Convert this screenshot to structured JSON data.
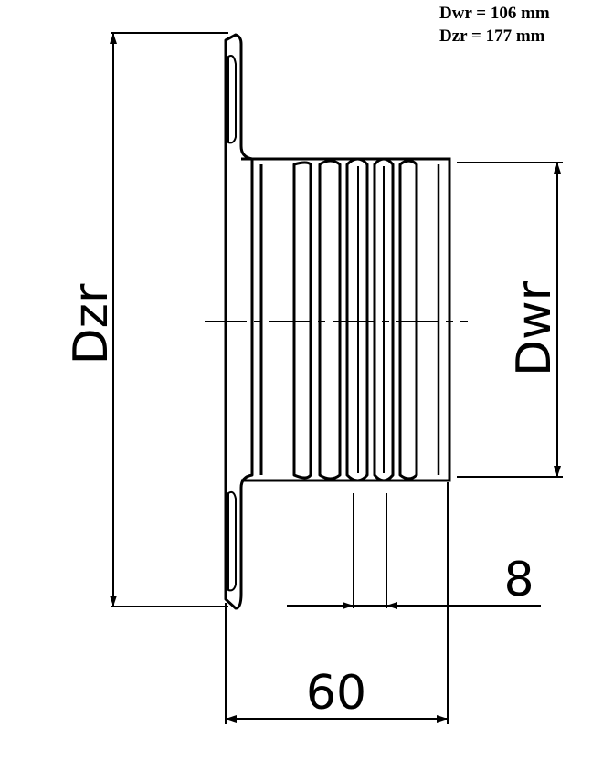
{
  "specs": {
    "dwr_line": "Dwr = 106 mm",
    "dzr_line": "Dzr = 177 mm"
  },
  "labels": {
    "dzr": "Dzr",
    "dwr": "Dwr",
    "length": "60",
    "rib_pitch": "8"
  }
}
